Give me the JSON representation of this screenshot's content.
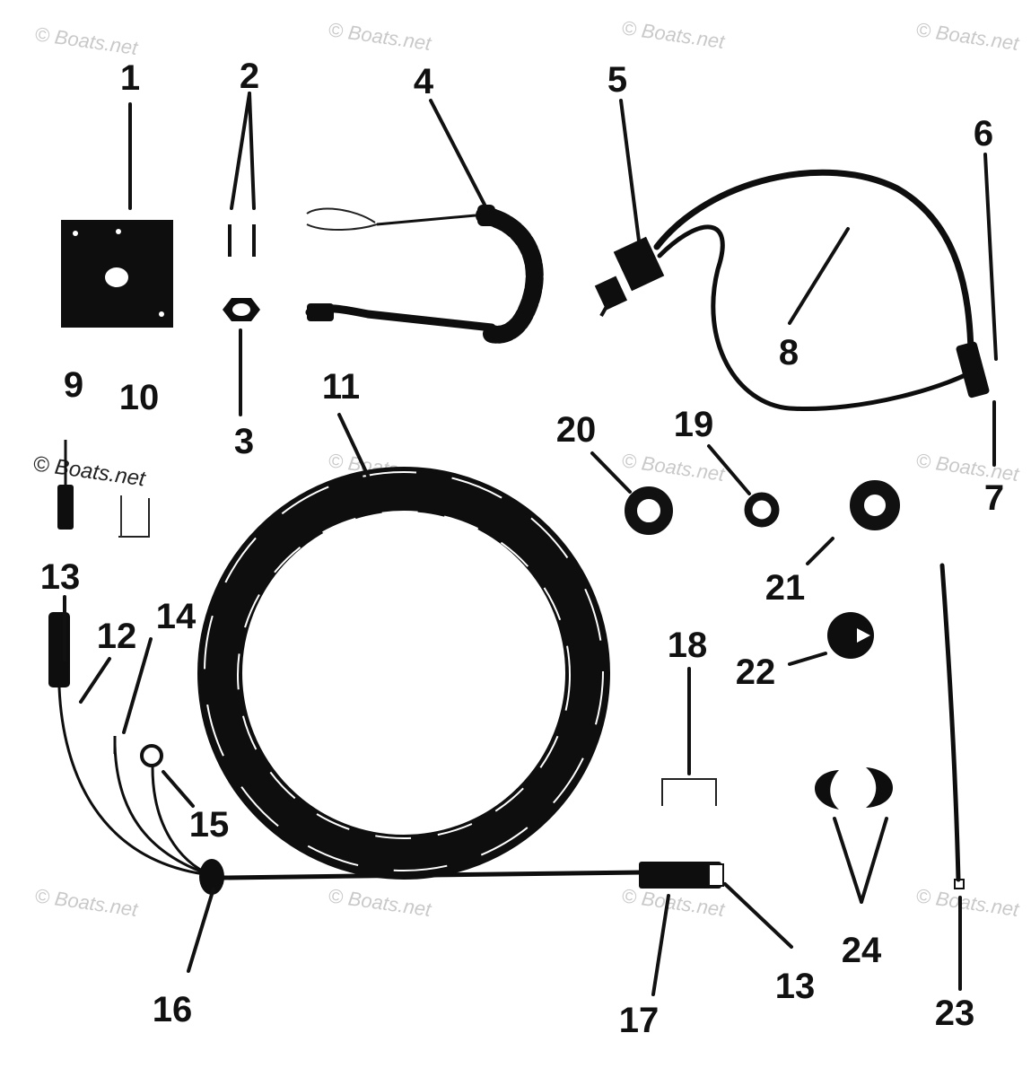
{
  "diagram": {
    "watermark": "© Boats.net",
    "callouts": [
      {
        "id": "c1",
        "text": "1"
      },
      {
        "id": "c2",
        "text": "2"
      },
      {
        "id": "c3",
        "text": "3"
      },
      {
        "id": "c4",
        "text": "4"
      },
      {
        "id": "c5",
        "text": "5"
      },
      {
        "id": "c6",
        "text": "6"
      },
      {
        "id": "c7",
        "text": "7"
      },
      {
        "id": "c8",
        "text": "8"
      },
      {
        "id": "c9",
        "text": "9"
      },
      {
        "id": "c10",
        "text": "10"
      },
      {
        "id": "c11",
        "text": "11"
      },
      {
        "id": "c12",
        "text": "12"
      },
      {
        "id": "c13a",
        "text": "13"
      },
      {
        "id": "c13b",
        "text": "13"
      },
      {
        "id": "c14",
        "text": "14"
      },
      {
        "id": "c15",
        "text": "15"
      },
      {
        "id": "c16",
        "text": "16"
      },
      {
        "id": "c17",
        "text": "17"
      },
      {
        "id": "c18",
        "text": "18"
      },
      {
        "id": "c19",
        "text": "19"
      },
      {
        "id": "c20",
        "text": "20"
      },
      {
        "id": "c21",
        "text": "21"
      },
      {
        "id": "c22",
        "text": "22"
      },
      {
        "id": "c23",
        "text": "23"
      },
      {
        "id": "c24",
        "text": "24"
      }
    ]
  }
}
